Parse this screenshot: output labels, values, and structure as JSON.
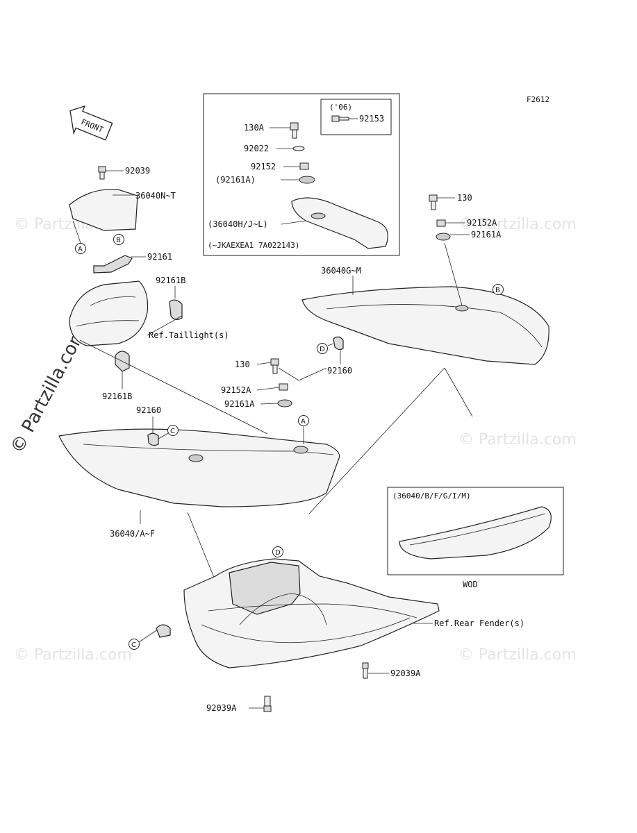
{
  "figure_code": "F2612",
  "front_label": "FRONT",
  "watermark": "© Partzilla.com",
  "watermark_small": "© Partzilla.com",
  "inset_top": {
    "year_label": "('06)",
    "year_part": "92153",
    "parts": [
      "130A",
      "92022",
      "92152",
      "(92161A)"
    ],
    "cover_label": "(36040H/J~L)",
    "serial_label": "(~JKAEXEA1 7A022143)"
  },
  "inset_wod": {
    "header": "(36040/B/F/G/I/M)",
    "footer": "WOD"
  },
  "labels": {
    "p92039_top": "92039",
    "p36040nt": "36040N~T",
    "p92161": "92161",
    "p92161b_top": "92161B",
    "taillight": "Ref.Taillight(s)",
    "p92161b_bottom": "92161B",
    "p130_mid": "130",
    "p92152a_mid": "92152A",
    "p92161a_mid": "92161A",
    "p92160_mid": "92160",
    "p92160_left": "92160",
    "p130_right": "130",
    "p92152a_right": "92152A",
    "p92161a_right": "92161A",
    "p36040gm": "36040G~M",
    "p36040af": "36040/A~F",
    "rear_fender": "Ref.Rear Fender(s)",
    "p92039a_right": "92039A",
    "p92039a_bottom": "92039A"
  },
  "callouts": {
    "a": "A",
    "b": "B",
    "c": "C",
    "d": "D"
  }
}
